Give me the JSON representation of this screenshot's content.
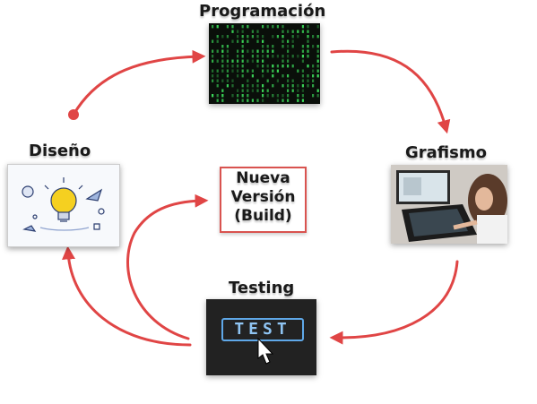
{
  "nodes": {
    "programacion": {
      "label": "Programación",
      "image": "matrix-code-image"
    },
    "grafismo": {
      "label": "Grafismo",
      "image": "designer-tablet-photo"
    },
    "testing": {
      "label": "Testing",
      "image": "test-button-image",
      "button_text": "TEST"
    },
    "diseno": {
      "label": "Diseño",
      "image": "lightbulb-idea-illustration"
    },
    "build": {
      "lines": [
        "Nueva",
        "Versión",
        "(Build)"
      ]
    }
  },
  "colors": {
    "arrow": "#e04545",
    "build_border": "#d9534f",
    "text": "#1a1a1a",
    "matrix_bg": "#0a0f0a",
    "matrix_green": "#3cdc5a",
    "test_bg": "#1e1e1e",
    "test_blue": "#5fa8e8"
  }
}
